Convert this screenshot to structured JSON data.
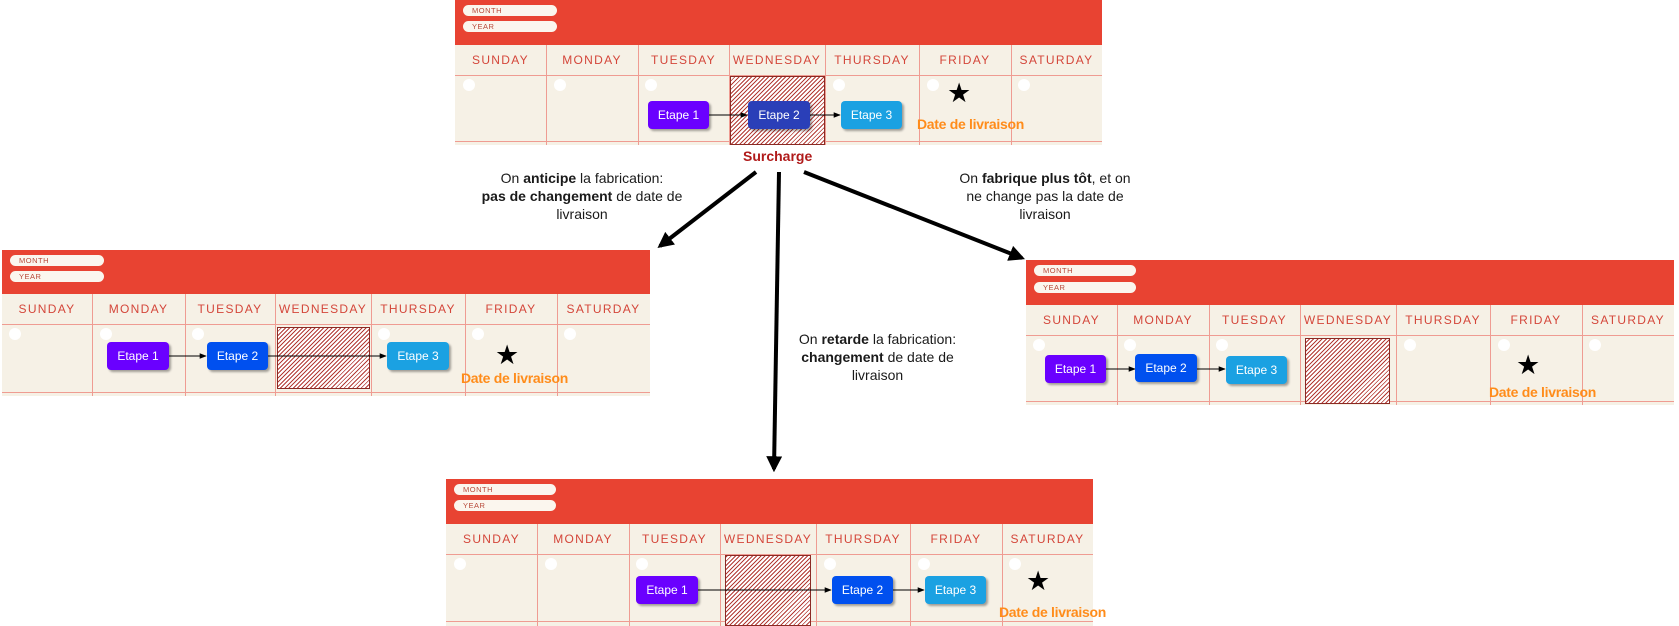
{
  "calendar": {
    "month_label": "MONTH",
    "year_label": "YEAR",
    "days": [
      "SUNDAY",
      "MONDAY",
      "TUESDAY",
      "WEDNESDAY",
      "THURSDAY",
      "FRIDAY",
      "SATURDAY"
    ]
  },
  "steps": {
    "etape1": "Etape 1",
    "etape2": "Etape 2",
    "etape3": "Etape 3"
  },
  "delivery_label": "Date de livraison",
  "overload_label": "Surcharge",
  "scenarios": {
    "left": {
      "pre": "On ",
      "bold1": "anticipe",
      "mid1": " la fabrication:",
      "bold2": "pas de changement",
      "mid2": " de date de livraison"
    },
    "middle": {
      "pre": "On ",
      "bold1": "retarde",
      "mid1": " la fabrication:",
      "bold2": "changement",
      "mid2": " de date de livraison"
    },
    "right": {
      "pre": "On ",
      "bold1": "fabrique plus tôt",
      "mid1": ", et on ne change pas la date de livraison"
    }
  },
  "colors": {
    "header": "#e84332",
    "calendar_bg": "#f6f1e6",
    "etape1": "#6a00ff",
    "etape2": "#0050ef",
    "etape2_overlap": "#2a3fb8",
    "etape3": "#1ba1e2",
    "delivery": "#ff8c1a",
    "overload": "#b01a1a"
  }
}
